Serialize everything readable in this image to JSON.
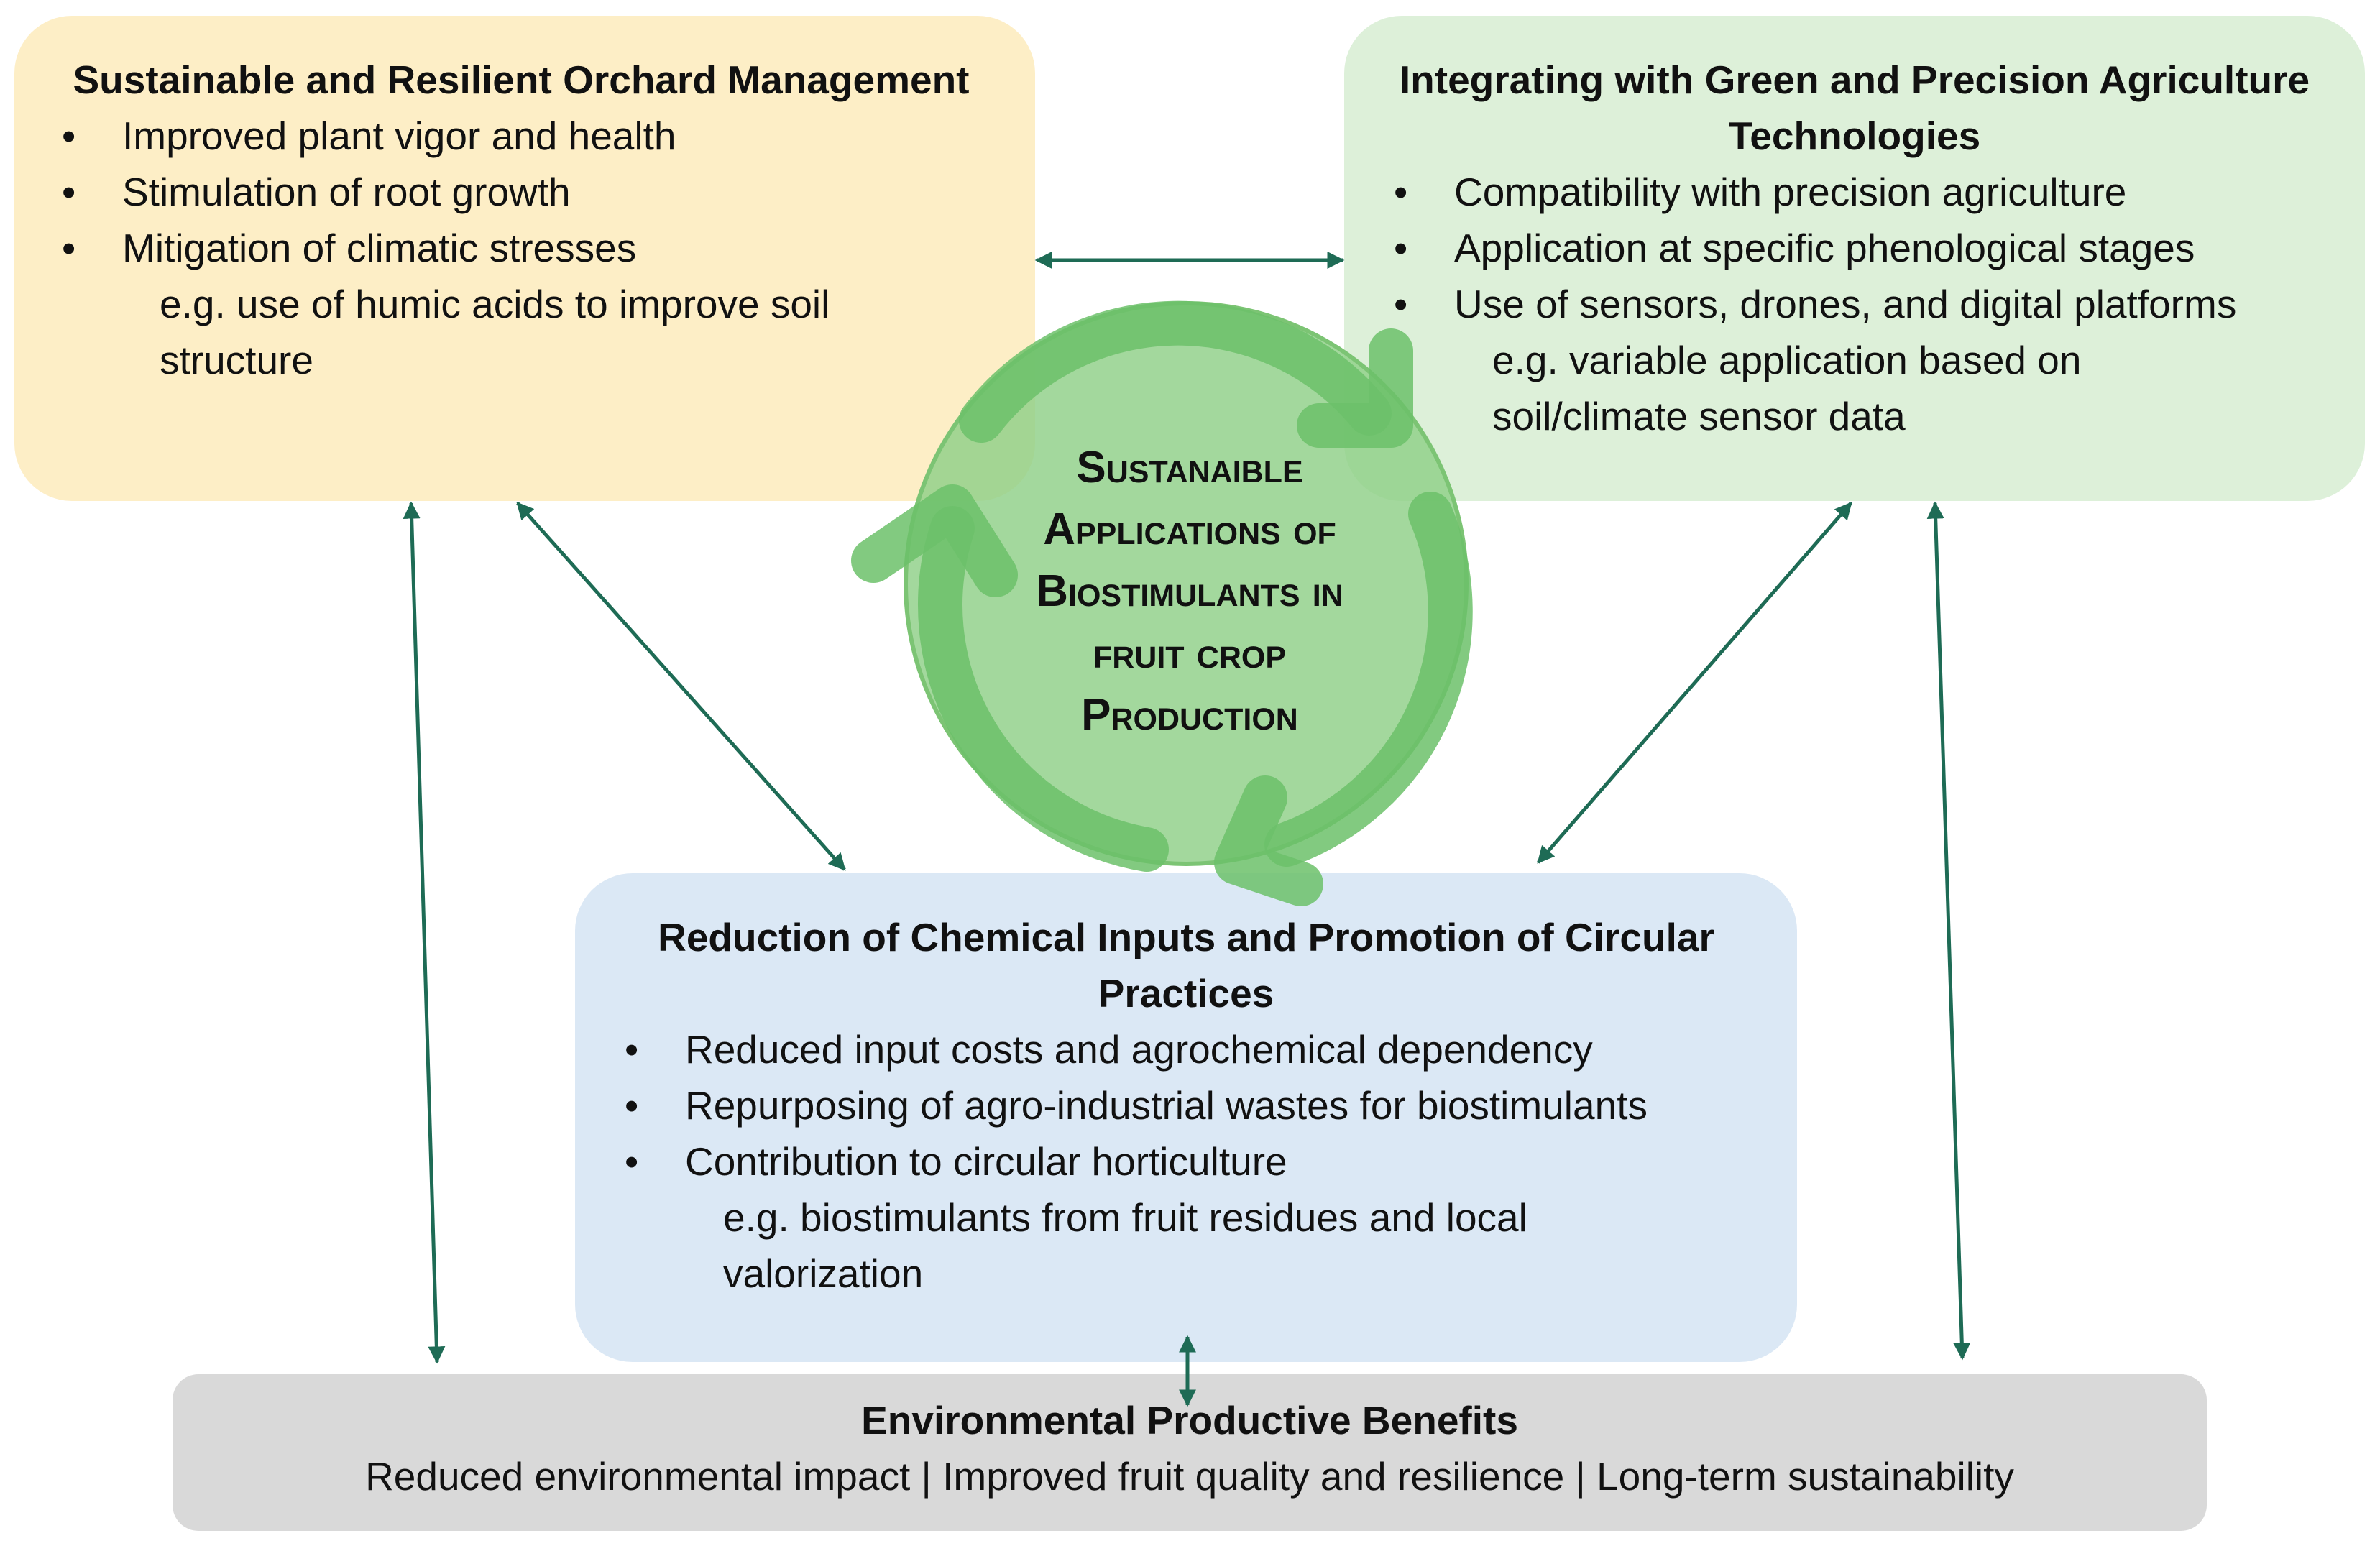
{
  "center": {
    "line1": "Sustanaible",
    "line2": "Applications of",
    "line3": "Biostimulants in",
    "line4": "fruit crop",
    "line5": "Production"
  },
  "orchard": {
    "title": "Sustainable and Resilient Orchard Management",
    "bullets": [
      "Improved plant vigor and health",
      "Stimulation of root growth",
      "Mitigation of climatic stresses"
    ],
    "example_line1": "e.g. use of humic acids to improve soil",
    "example_line2": "structure"
  },
  "precision": {
    "title_line1": "Integrating with Green and Precision Agriculture",
    "title_line2": "Technologies",
    "bullets": [
      "Compatibility with precision agriculture",
      "Application at specific phenological stages",
      "Use of sensors, drones, and digital platforms"
    ],
    "example_line1": "e.g. variable application based on",
    "example_line2": "soil/climate sensor data"
  },
  "chemical": {
    "title_line1": "Reduction of Chemical Inputs and Promotion of Circular",
    "title_line2": "Practices",
    "bullets": [
      "Reduced input costs and agrochemical dependency",
      "Repurposing of agro-industrial wastes for biostimulants",
      "Contribution to circular horticulture"
    ],
    "example_line1": "e.g. biostimulants from fruit residues and local",
    "example_line2": "valorization"
  },
  "benefits": {
    "title": "Environmental Productive Benefits",
    "text": "Reduced environmental impact | Improved fruit quality and resilience | Long-term sustainability"
  },
  "bullet_symbol": "•",
  "colors": {
    "orchard_bg": "#fdeec6",
    "precision_bg": "#ddf0d9",
    "chemical_bg": "#dbe8f5",
    "benefits_bg": "#d9d9d9",
    "arrow": "#1e6b55",
    "cycle_green": "#6cc16a"
  }
}
